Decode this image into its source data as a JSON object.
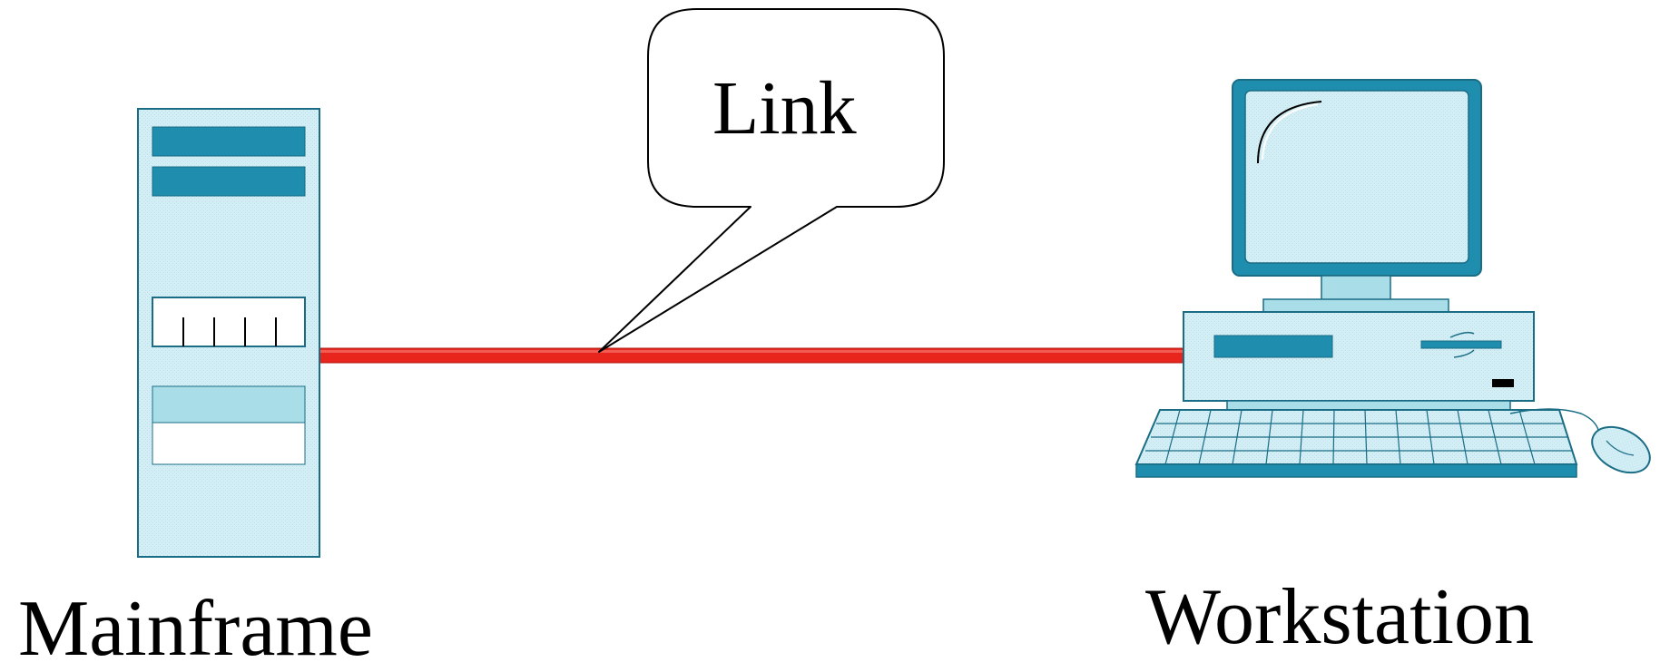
{
  "diagram": {
    "nodes": {
      "mainframe": {
        "label": "Mainframe",
        "icon": "mainframe-tower-icon"
      },
      "workstation": {
        "label": "Workstation",
        "icon": "desktop-computer-icon"
      }
    },
    "link": {
      "label": "Link",
      "callout": "speech-bubble"
    }
  },
  "colors": {
    "device_fill": "#d3eef5",
    "device_accent": "#1e8dae",
    "device_outline": "#1a6d85",
    "link_line": "#e8251c",
    "background": "#ffffff"
  }
}
